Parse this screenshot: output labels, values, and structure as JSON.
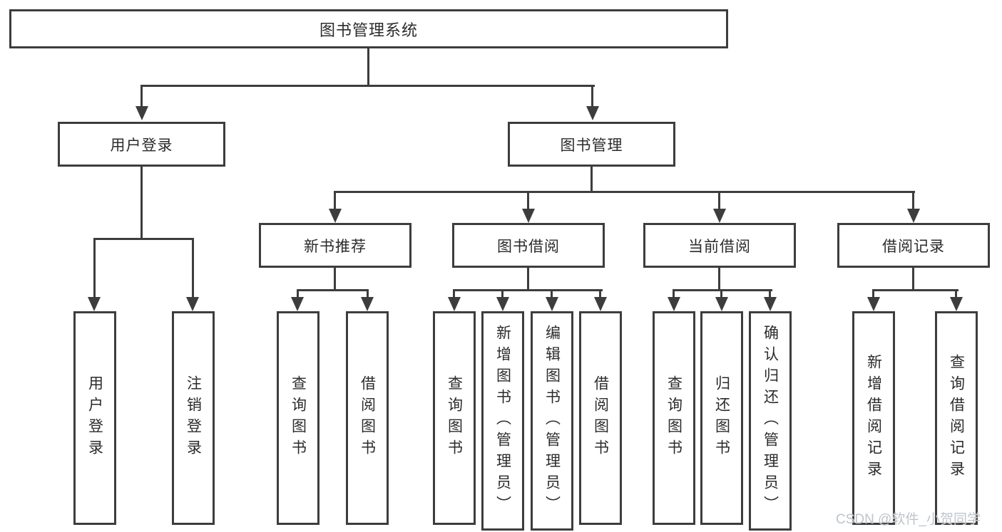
{
  "diagram": {
    "title": "图书管理系统",
    "colors": {
      "line": "#3d3d3d",
      "text": "#2b2b2b",
      "background": "#ffffff",
      "watermark": "#bfc4cb"
    },
    "nodes": {
      "root": {
        "label": "图书管理系统"
      },
      "user_login": {
        "label": "用户登录"
      },
      "book_management": {
        "label": "图书管理"
      },
      "new_book": {
        "label": "新书推荐"
      },
      "book_borrow": {
        "label": "图书借阅"
      },
      "current_borrow": {
        "label": "当前借阅"
      },
      "borrow_record": {
        "label": "借阅记录"
      },
      "leaf_user_login": {
        "label": "用户登录"
      },
      "leaf_logout": {
        "label": "注销登录"
      },
      "leaf_newbook_query": {
        "label": "查询图书"
      },
      "leaf_newbook_borrow": {
        "label": "借阅图书"
      },
      "leaf_bb_query": {
        "label": "查询图书"
      },
      "leaf_bb_add": {
        "label": "新增图书（管理员）"
      },
      "leaf_bb_edit": {
        "label": "编辑图书（管理员）"
      },
      "leaf_bb_borrow": {
        "label": "借阅图书"
      },
      "leaf_cb_query": {
        "label": "查询图书"
      },
      "leaf_cb_return": {
        "label": "归还图书"
      },
      "leaf_cb_confirm": {
        "label": "确认归还（管理员）"
      },
      "leaf_record_add": {
        "label": "新增借阅记录"
      },
      "leaf_record_query": {
        "label": "查询借阅记录"
      }
    },
    "structure": {
      "root": [
        "user_login",
        "book_management"
      ],
      "user_login": [
        "leaf_user_login",
        "leaf_logout"
      ],
      "book_management": [
        "new_book",
        "book_borrow",
        "current_borrow",
        "borrow_record"
      ],
      "new_book": [
        "leaf_newbook_query",
        "leaf_newbook_borrow"
      ],
      "book_borrow": [
        "leaf_bb_query",
        "leaf_bb_add",
        "leaf_bb_edit",
        "leaf_bb_borrow"
      ],
      "current_borrow": [
        "leaf_cb_query",
        "leaf_cb_return",
        "leaf_cb_confirm"
      ],
      "borrow_record": [
        "leaf_record_add",
        "leaf_record_query"
      ]
    }
  },
  "watermark": {
    "text": "CSDN @软件_小贺同学"
  }
}
